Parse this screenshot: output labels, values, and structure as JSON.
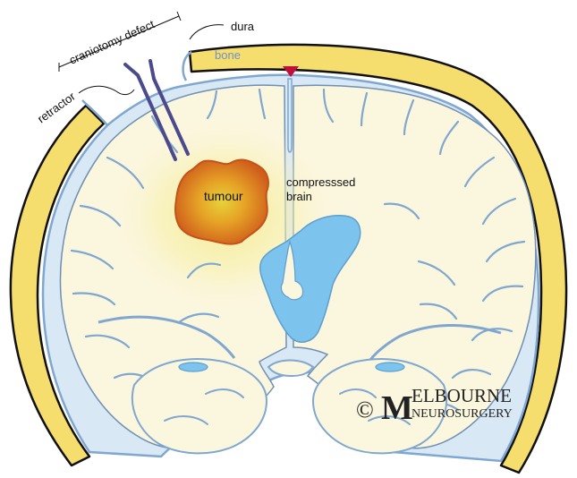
{
  "labels": {
    "dura": "dura",
    "bone": "bone",
    "craniotomy_defect": "craniotomy defect",
    "retractor": "retractor",
    "tumour": "tumour",
    "compressed_brain_line1": "compresssed",
    "compressed_brain_line2": "brain"
  },
  "watermark": {
    "copyright": "©",
    "big_m": "M",
    "line1": "ELBOURNE",
    "line2": "NEUROSURGERY"
  },
  "colors": {
    "bone": "#f5dd6e",
    "bone_outline": "#111111",
    "dura": "#7fa7d0",
    "csf": "#d9e8f5",
    "brain": "#fbf6de",
    "ventricle": "#7cc3ee",
    "tumour_outer": "#d66a1f",
    "tumour_inner": "#e8b52a",
    "retractor": "#4a4a8c",
    "sinus": "#c0103a"
  }
}
